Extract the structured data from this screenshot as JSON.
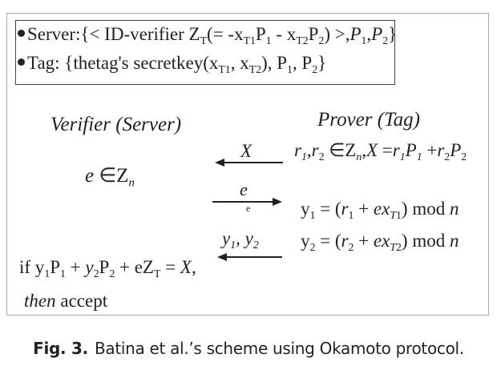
{
  "key_box": {
    "server_label": "Server:",
    "server_content": "{< ID-verifier Z_T(= -x_T1 P_1 - x_T2 P_2) >, P_1, P_2}",
    "tag_label": "Tag:",
    "tag_content": "{the tag's secret key (x_T1, x_T2), P_1, P_2}"
  },
  "verifier": {
    "title": "Verifier (Server)",
    "challenge": "e ∈ Z_n",
    "check": "if y_1 P_1 + y_2 P_2 + e Z_T = X,",
    "then": "then",
    "accept": "accept"
  },
  "prover": {
    "title": "Prover (Tag)",
    "commit": "r_1, r_2 ∈ Z_n, X = r_1 P_1 + r_2 P_2",
    "resp1": "y_1 = (r_1 + e x_T1) mod n",
    "resp2": "y_2 = (r_2 + e x_T2) mod n"
  },
  "messages": [
    {
      "label": "X",
      "direction": "prover-to-verifier"
    },
    {
      "label": "e",
      "sublabel": "e",
      "direction": "verifier-to-prover"
    },
    {
      "label": "y_1, y_2",
      "direction": "prover-to-verifier"
    }
  ],
  "caption": {
    "fig": "Fig. 3.",
    "text": "Batina et al.’s scheme using Okamoto protocol."
  }
}
